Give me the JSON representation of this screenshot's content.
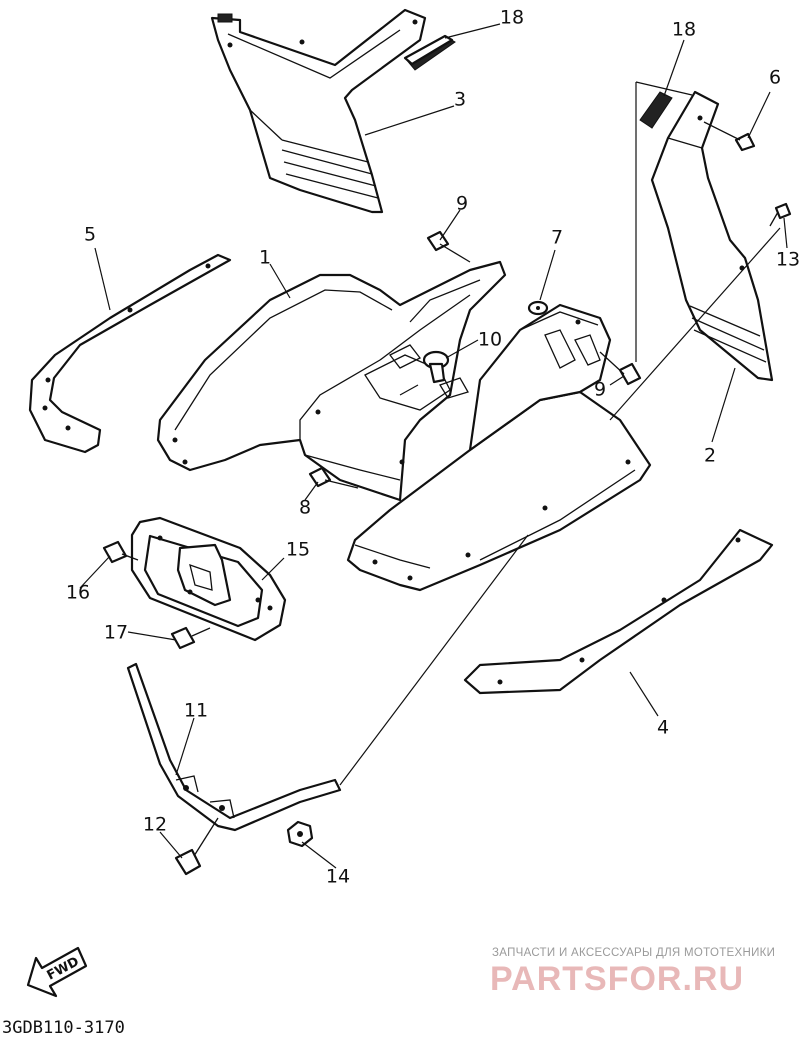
{
  "diagram": {
    "callouts": {
      "p1": "1",
      "p2": "2",
      "p3": "3",
      "p4": "4",
      "p5": "5",
      "p6": "6",
      "p7": "7",
      "p8": "8",
      "p9a": "9",
      "p9b": "9",
      "p10": "10",
      "p11": "11",
      "p12": "12",
      "p13": "13",
      "p14": "14",
      "p15": "15",
      "p16": "16",
      "p17": "17",
      "p18a": "18",
      "p18b": "18"
    },
    "fwd_label": "FWD",
    "code": "3GDB110-3170"
  },
  "watermark": {
    "tagline": "ЗАПЧАСТИ И АКСЕССУАРЫ ДЛЯ МОТОТЕХНИКИ",
    "brand": "PARTSFOR.RU"
  },
  "colors": {
    "line": "#111111",
    "background": "#ffffff",
    "watermark_brand": "#e8b8b8",
    "watermark_text": "#9a9a9a"
  }
}
